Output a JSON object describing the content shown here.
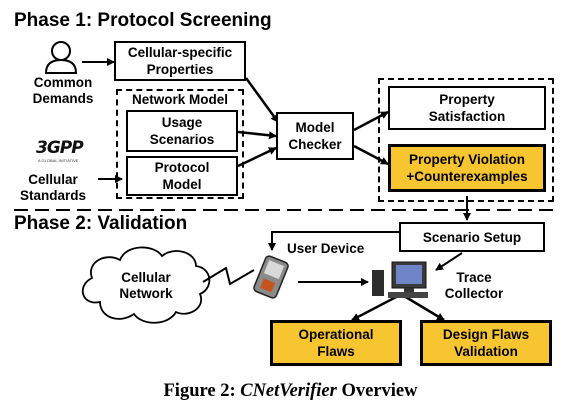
{
  "phase1_title": "Phase 1: Protocol Screening",
  "phase2_title": "Phase 2: Validation",
  "inputs": {
    "common_demands": "Common\nDemands",
    "cellular_standards": "Cellular\nStandards",
    "logo_3gpp": "3GPP",
    "logo_tagline": "A GLOBAL INITIATIVE"
  },
  "boxes": {
    "cellular_specific": "Cellular-specific\nProperties",
    "network_model_label": "Network Model",
    "usage_scenarios": "Usage\nScenarios",
    "protocol_model": "Protocol\nModel",
    "model_checker": "Model\nChecker",
    "property_satisfaction": "Property\nSatisfaction",
    "property_violation": "Property Violation\n+Counterexamples",
    "scenario_setup": "Scenario Setup",
    "operational_flaws": "Operational\nFlaws",
    "design_flaws": "Design Flaws\nValidation"
  },
  "labels": {
    "user_device": "User Device",
    "cellular_network": "Cellular\nNetwork",
    "trace_collector": "Trace\nCollector"
  },
  "caption": {
    "prefix": "Figure 2: ",
    "italic": "CNetVerifier",
    "suffix": " Overview"
  },
  "colors": {
    "highlight": "#f7c530"
  }
}
